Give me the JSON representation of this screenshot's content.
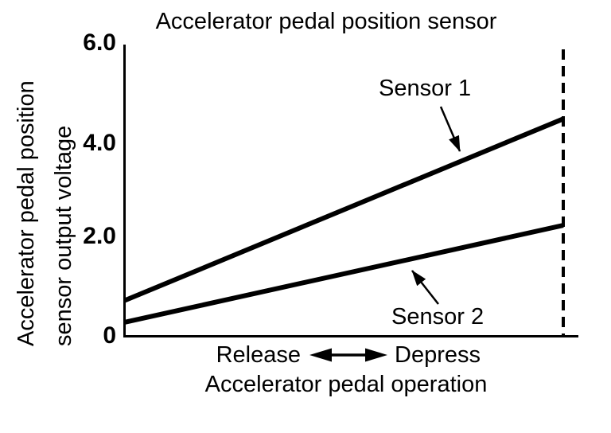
{
  "chart_data": {
    "type": "line",
    "title": "Accelerator pedal position sensor",
    "ylabel": "Accelerator pedal position sensor output voltage",
    "ylabel_lines": [
      "Accelerator pedal position",
      "sensor output voltage"
    ],
    "xlabel": "Accelerator pedal operation",
    "x_direction_labels": {
      "left": "Release",
      "right": "Depress"
    },
    "ylim": [
      0,
      6.0
    ],
    "yticks": [
      6.0,
      4.0,
      2.0,
      0
    ],
    "ytick_labels": [
      "6.0",
      "4.0",
      "2.0",
      "0"
    ],
    "x": [
      "release",
      "full depress"
    ],
    "series": [
      {
        "name": "Sensor 1",
        "values_volts": [
          0.75,
          4.5
        ]
      },
      {
        "name": "Sensor 2",
        "values_volts": [
          0.3,
          2.3
        ]
      }
    ],
    "annotations": [
      "Sensor 1",
      "Sensor 2"
    ],
    "full_depress_dashed_line": true,
    "grid": false,
    "legend_position": "inline annotations with pointer arrows",
    "colors": {
      "foreground": "#000000",
      "background": "#ffffff"
    }
  }
}
